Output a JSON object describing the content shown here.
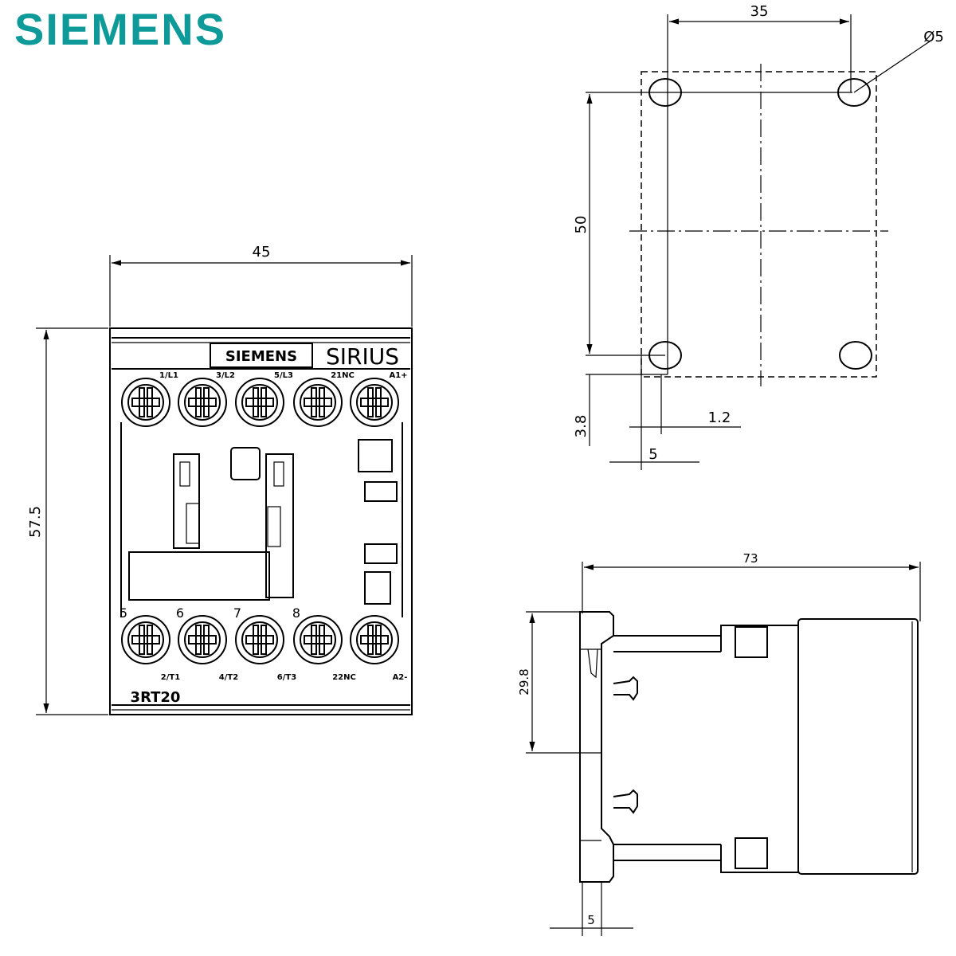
{
  "brand": {
    "logo": "SIEMENS",
    "accent_color": "#0f9a9a"
  },
  "front_view": {
    "width_dim": "45",
    "height_dim": "57.5",
    "nameplate_brand": "SIEMENS",
    "product_line": "SIRIUS",
    "model": "3RT20",
    "top_terminals": [
      "1/L1",
      "3/L2",
      "5/L3",
      "21NC",
      "A1+"
    ],
    "bottom_numbers": [
      "5",
      "6",
      "7",
      "8"
    ],
    "bottom_terminals": [
      "2/T1",
      "4/T2",
      "6/T3",
      "22NC",
      "A2-"
    ]
  },
  "mounting_view": {
    "hole_spacing_h": "35",
    "hole_diameter": "Ø5",
    "hole_spacing_v": "50",
    "offset_v": "3.8",
    "offset_small": "1.2",
    "offset_h": "5"
  },
  "side_view": {
    "depth_dim": "73",
    "rail_dim": "29.8",
    "base_dim": "5"
  }
}
